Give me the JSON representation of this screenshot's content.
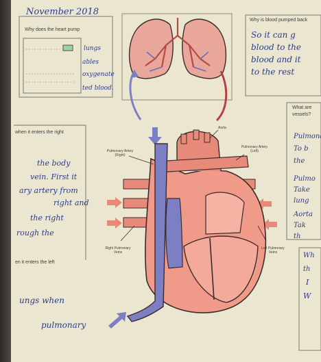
{
  "worksheet": {
    "date": "November 2018",
    "q_heart_pump": "Why does the heart pump",
    "q_blood_pumped": "Why is blood pumped back",
    "answer_lungs_lines": [
      "So it can g",
      "blood to the",
      "blood and it",
      "to the rest"
    ],
    "mid_box_lines": [
      "lungs",
      "ables",
      "oxygenate",
      "ted blood."
    ],
    "q_enters_right": "when it enters the right",
    "right_side_lines": [
      "the body",
      "vein. First it",
      "ary artery from",
      "right and",
      "the right",
      "rough the"
    ],
    "q_enters_left": "en it enters the left",
    "left_side_lines": [
      "ungs when",
      "pulmonary"
    ],
    "q_what_vessels": "What are",
    "q_vessels_cont": "vessels?",
    "vessel_notes": [
      "Pulmona",
      "To b",
      "the",
      "Pulmo",
      "Take",
      "lung",
      "Aorta",
      "Tak",
      "th"
    ],
    "bottom_right_lines": [
      "Wh",
      "th",
      "I",
      "W"
    ]
  },
  "diagram_labels": {
    "aorta": "Aorta",
    "pa_right": "Pulmonary Artery (Right)",
    "pa_left": "Pulmonary Artery (Left)",
    "rpv": "Right Pulmonary Veins",
    "lpv": "Left Pulmonary Veins"
  },
  "colors": {
    "oxygenated": "#e88a7a",
    "deoxygenated": "#7c7fc4",
    "ink": "#2b3c8c"
  }
}
